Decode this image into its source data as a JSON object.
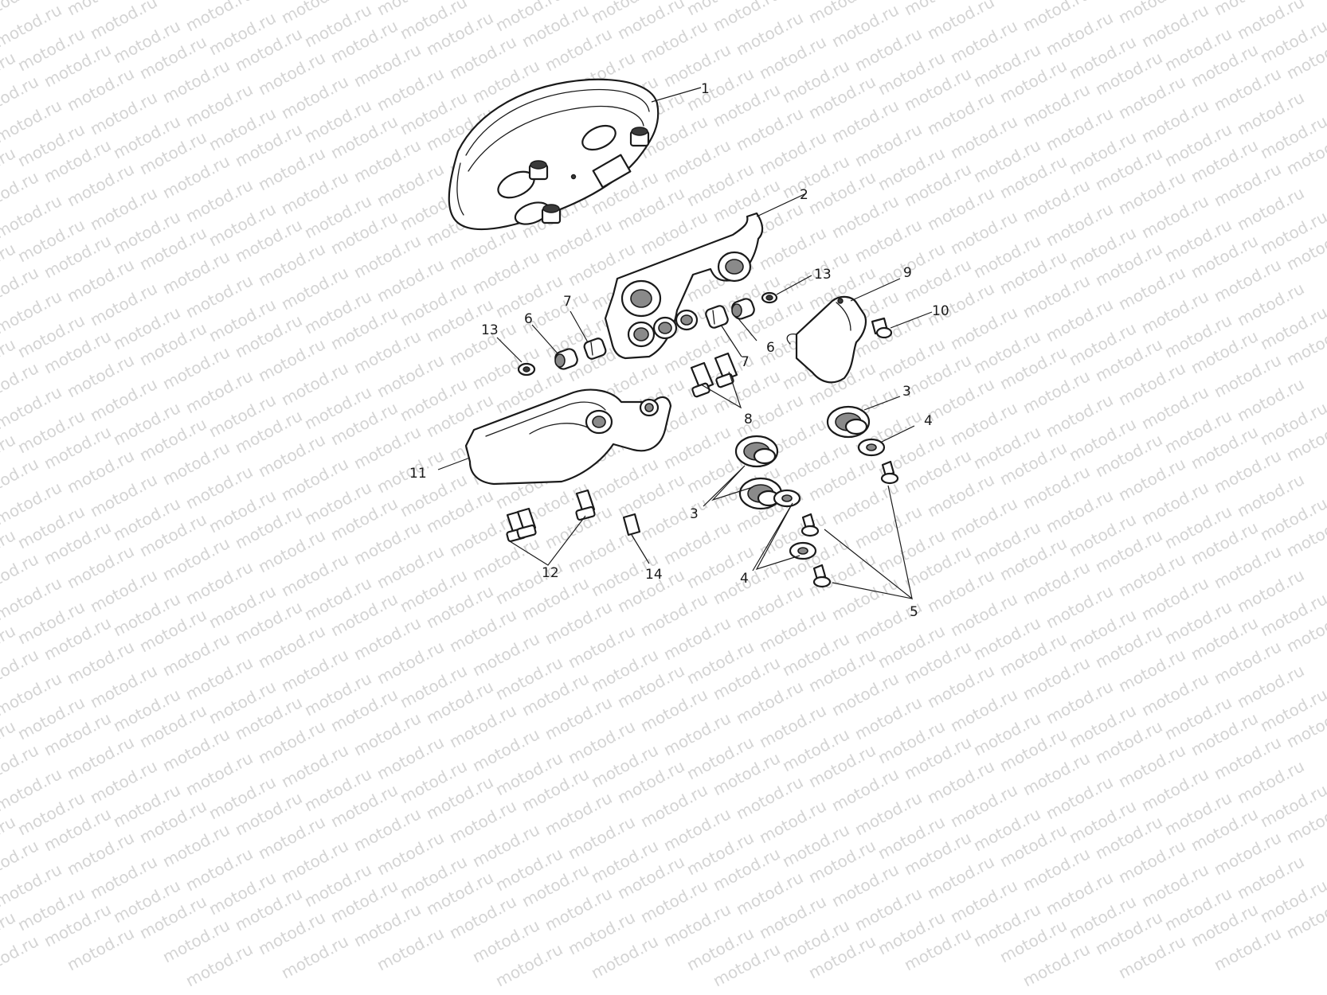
{
  "watermark": {
    "text": "motod.ru"
  },
  "callouts": [
    {
      "id": "c1",
      "label": "1"
    },
    {
      "id": "c2",
      "label": "2"
    },
    {
      "id": "c3a",
      "label": "3"
    },
    {
      "id": "c3b",
      "label": "3"
    },
    {
      "id": "c4a",
      "label": "4"
    },
    {
      "id": "c4b",
      "label": "4"
    },
    {
      "id": "c5",
      "label": "5"
    },
    {
      "id": "c6a",
      "label": "6"
    },
    {
      "id": "c6b",
      "label": "6"
    },
    {
      "id": "c7a",
      "label": "7"
    },
    {
      "id": "c7b",
      "label": "7"
    },
    {
      "id": "c8",
      "label": "8"
    },
    {
      "id": "c9",
      "label": "9"
    },
    {
      "id": "c10",
      "label": "10"
    },
    {
      "id": "c11",
      "label": "11"
    },
    {
      "id": "c12",
      "label": "12"
    },
    {
      "id": "c13a",
      "label": "13"
    },
    {
      "id": "c13b",
      "label": "13"
    },
    {
      "id": "c14",
      "label": "14"
    }
  ]
}
